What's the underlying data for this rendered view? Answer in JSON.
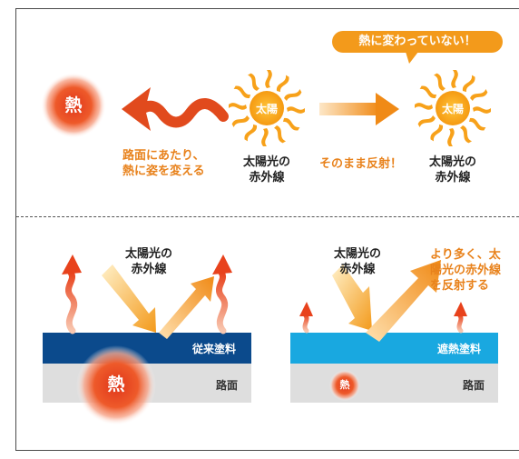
{
  "callout": "熱に変わっていない！",
  "sun_label": "太陽",
  "heat_label": "熱",
  "top_left": {
    "sun_caption": [
      "太陽光の",
      "赤外線"
    ],
    "heat_caption": [
      "路面にあたり、",
      "熱に姿を変える"
    ]
  },
  "top_right": {
    "sun_caption": [
      "太陽光の",
      "赤外線"
    ],
    "reflect_caption": "そのまま反射！"
  },
  "bottom_left": {
    "rays_caption": [
      "太陽光の",
      "赤外線"
    ],
    "coating_label": "従来塗料",
    "road_label": "路面"
  },
  "bottom_right": {
    "rays_caption": [
      "太陽光の",
      "赤外線"
    ],
    "reflect_caption": [
      "より多く、太",
      "陽光の赤外線",
      "を反射する"
    ],
    "coating_label": "遮熱塗料",
    "road_label": "路面"
  },
  "colors": {
    "orange": "#e8821c",
    "sun": "#f7a11a",
    "heat": "#e63b1a",
    "conventional_coating": "#0b4a8c",
    "heat_shield_coating": "#19a8e0",
    "road": "#dedede"
  }
}
